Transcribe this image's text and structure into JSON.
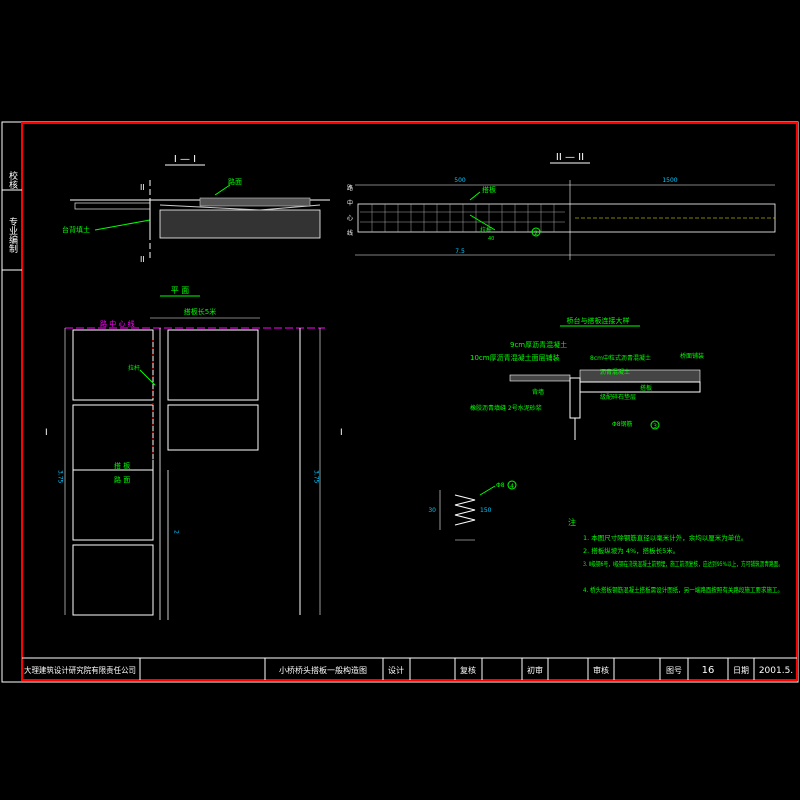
{
  "colors": {
    "background": "#000000",
    "frame": "#ff0000",
    "line": "#ffffff",
    "label_green": "#00ff00",
    "dim_cyan": "#00c8ff",
    "accent_magenta": "#ff00ff",
    "accent_yellow": "#ffff00"
  },
  "side_strip": {
    "label_top": "校核",
    "label_bottom": "专业编制"
  },
  "section_1": {
    "title": "I — I",
    "cut_marks": [
      "II",
      "II"
    ],
    "label_surface": "路面",
    "label_fill": "台背填土"
  },
  "section_2": {
    "title": "II — II",
    "left_labels": [
      "路",
      "中",
      "心",
      "线"
    ],
    "dim_left": "500",
    "dim_right": "1500",
    "label_slab": "搭板",
    "label_bar": "拉杆",
    "bar_size": "40",
    "bottom_dims": [
      "7.5"
    ],
    "callout": "2"
  },
  "plan": {
    "title": "平 面",
    "top_label": "路 中 心 线",
    "length_label": "搭板长5米",
    "label_tiebar": "拉杆",
    "label_slab": "搭 板",
    "label_road": "路 面",
    "dims_vertical": [
      "3.75",
      "2"
    ],
    "cut_mark": "I"
  },
  "detail": {
    "title": "桥台与搭板连接大样",
    "label_asphalt_1": "9cm厚沥青混凝土",
    "label_asphalt_2": "10cm厚沥青混凝土面层铺装",
    "label_waterproof": "8cm中粒式沥青混凝土",
    "label_bridge_deck": "桥面铺装",
    "label_wall": "背墙",
    "label_slab": "搭板",
    "label_gravel": "级配碎石垫层",
    "label_concrete": "沥青混凝土",
    "label_rebar": "Φ8钢筋",
    "label_fill": "橡胶沥青填缝 2号水泥砂浆",
    "callout": "3"
  },
  "rebar_detail": {
    "label": "Φ8",
    "dim_1": "30",
    "dim_2": "150",
    "callout": "4"
  },
  "notes": {
    "heading": "注",
    "items": [
      "1. 本图尺寸除钢筋直径以毫米计外，余均以厘米为单位。",
      "2. 搭板纵坡为 4%，搭板长5米。",
      "3. Ⅱ级钢6号，Ⅰ级钢在浇筑混凝土前预埋，施工前须复核，应达到95%以上，方可铺筑沥青路面。",
      "4. 桥头搭板钢筋混凝土搭板需设计图纸，另一端路面按照有关路段施工要求施工。"
    ]
  },
  "title_block": {
    "company": "大理建筑设计研究院有限责任公司",
    "drawing_title": "小桥桥头搭板一般构造图",
    "design_label": "设计",
    "check_label": "复核",
    "review_label": "初审",
    "approve_label": "审核",
    "drawing_no_label": "图号",
    "drawing_no": "16",
    "date_label": "日期",
    "date": "2001.5."
  }
}
